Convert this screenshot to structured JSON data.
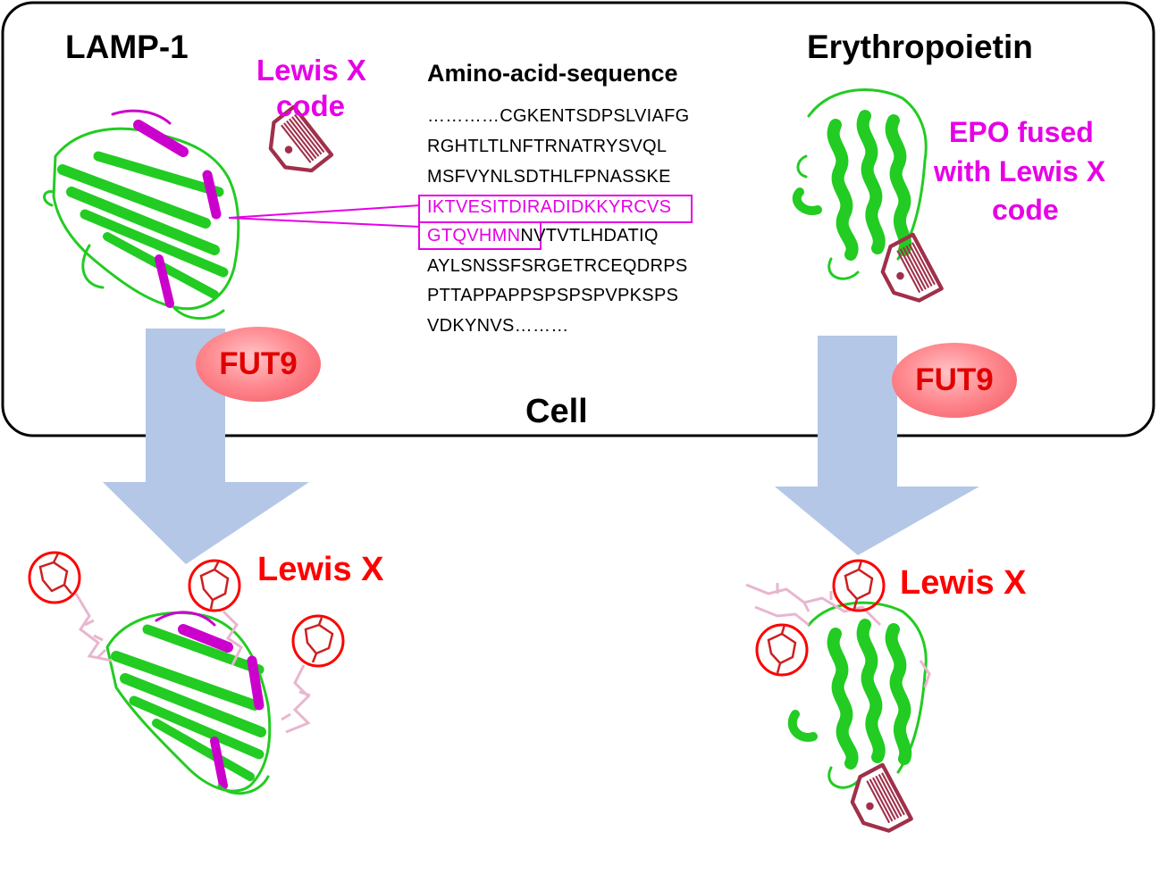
{
  "cell": {
    "label": "Cell"
  },
  "lamp": {
    "title": "LAMP-1",
    "code_label_line1": "Lewis X",
    "code_label_line2": "code",
    "enzyme": "FUT9",
    "product_label": "Lewis X"
  },
  "sequence": {
    "heading": "Amino-acid-sequence",
    "lines": [
      {
        "pre": "…………CGKENTSDPSLVIAFG",
        "hl": "",
        "post": ""
      },
      {
        "pre": "RGHTLTLNFTRNATRYSVQL",
        "hl": "",
        "post": ""
      },
      {
        "pre": "MSFVYNLSDTHLFPNASSKE",
        "hl": "",
        "post": ""
      },
      {
        "pre": "",
        "hl": "IKTVESITDIRADIDKKYRCVS",
        "post": ""
      },
      {
        "pre": "",
        "hl": "GTQVHMN",
        "post": "NVTVTLHDATIQ"
      },
      {
        "pre": "AYLSNSSFSRGETRCEQDRPS",
        "hl": "",
        "post": ""
      },
      {
        "pre": "PTTAPPAPPSPSPSPVPKSPS",
        "hl": "",
        "post": ""
      },
      {
        "pre": "VDKYNVS………",
        "hl": "",
        "post": ""
      }
    ]
  },
  "epo": {
    "title": "Erythropoietin",
    "fused_line1": "EPO fused",
    "fused_line2": "with Lewis X",
    "fused_line3": "code",
    "enzyme": "FUT9",
    "product_label": "Lewis X"
  },
  "colors": {
    "protein_green": "#22cc22",
    "beta_magenta": "#cc00cc",
    "highlight_magenta": "#e600e6",
    "enzyme_red": "#e00000",
    "arrow_blue": "#b4c7e7",
    "tag_maroon": "#a0304a",
    "lewis_red": "#ff0000",
    "glycan_pink": "#e8b6cf"
  },
  "icons": [
    "barcode-tag-icon",
    "protein-ribbon",
    "glycan-structure",
    "down-arrow"
  ]
}
